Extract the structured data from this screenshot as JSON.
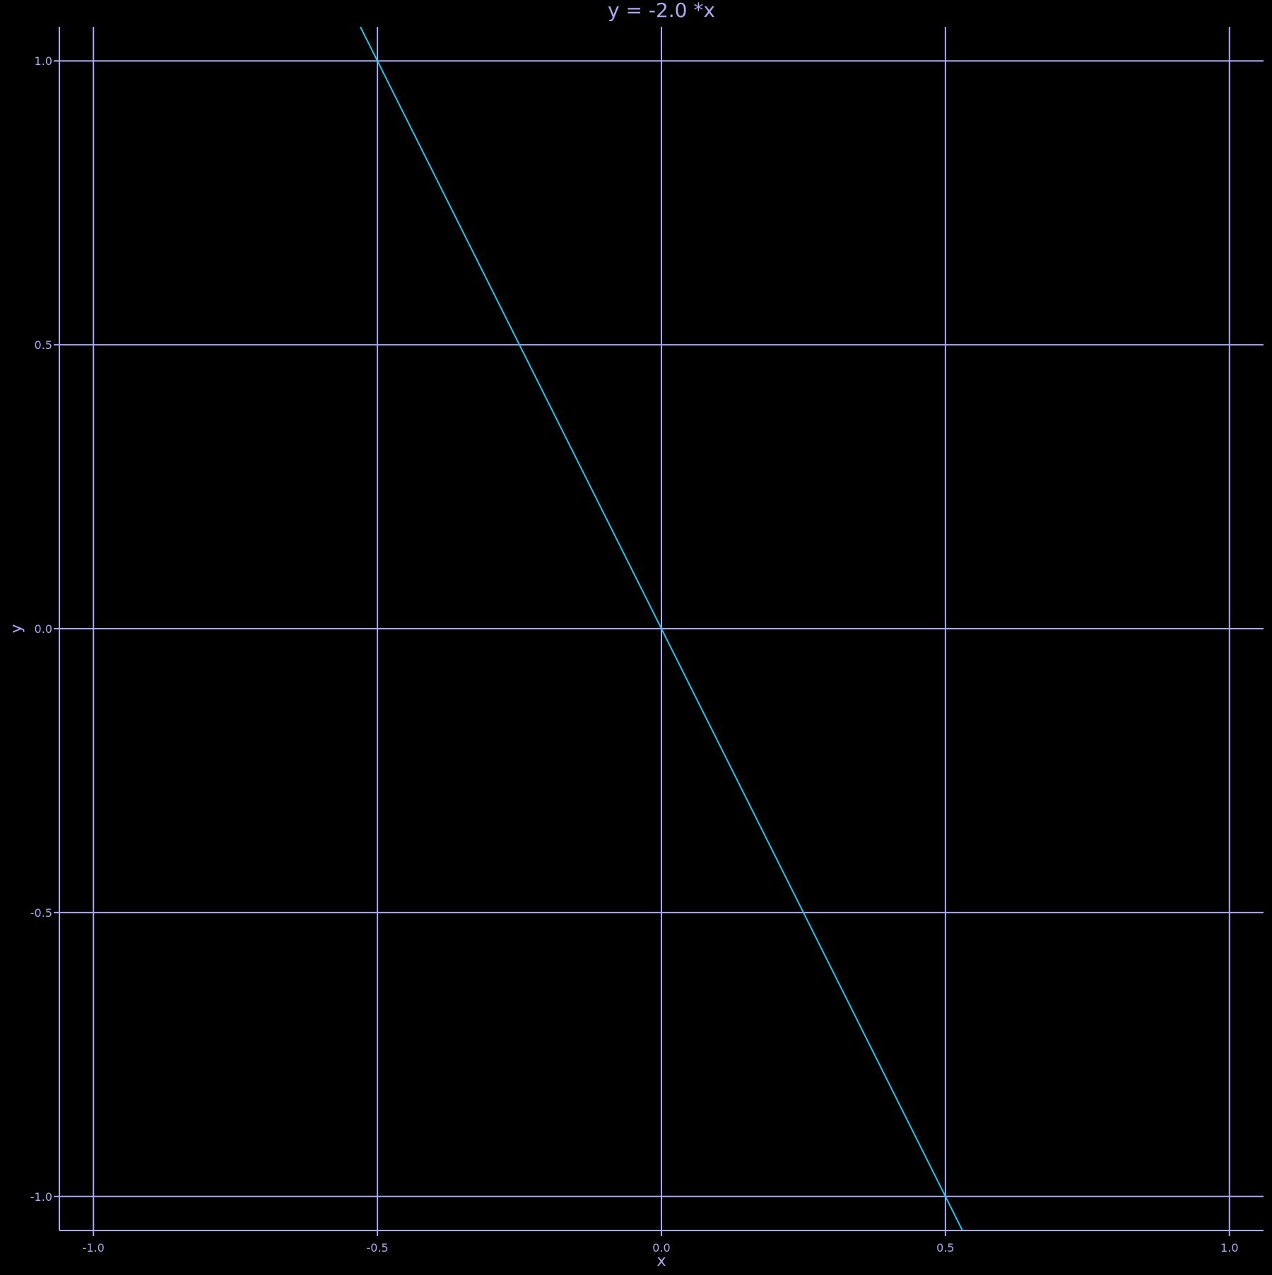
{
  "chart_data": {
    "type": "line",
    "title": "y = -2.0 *x",
    "xlabel": "x",
    "ylabel": "y",
    "xlim": [
      -1.06,
      1.06
    ],
    "ylim": [
      -1.06,
      1.06
    ],
    "x_ticks": [
      {
        "value": -1.0,
        "label": "-1.0"
      },
      {
        "value": -0.5,
        "label": "-0.5"
      },
      {
        "value": 0.0,
        "label": "0.0"
      },
      {
        "value": 0.5,
        "label": "0.5"
      },
      {
        "value": 1.0,
        "label": "1.0"
      }
    ],
    "y_ticks": [
      {
        "value": -1.0,
        "label": "-1.0"
      },
      {
        "value": -0.5,
        "label": "-0.5"
      },
      {
        "value": 0.0,
        "label": "0.0"
      },
      {
        "value": 0.5,
        "label": "0.5"
      },
      {
        "value": 1.0,
        "label": "1.0"
      }
    ],
    "grid": true,
    "series": [
      {
        "x": [
          -0.53,
          0.53
        ],
        "y": [
          1.06,
          -1.06
        ],
        "color": "#22c6e8"
      }
    ]
  },
  "colors": {
    "background": "#000000",
    "axis": "#a9abf2",
    "grid": "#a9abf2",
    "text": "#a9abf2"
  }
}
